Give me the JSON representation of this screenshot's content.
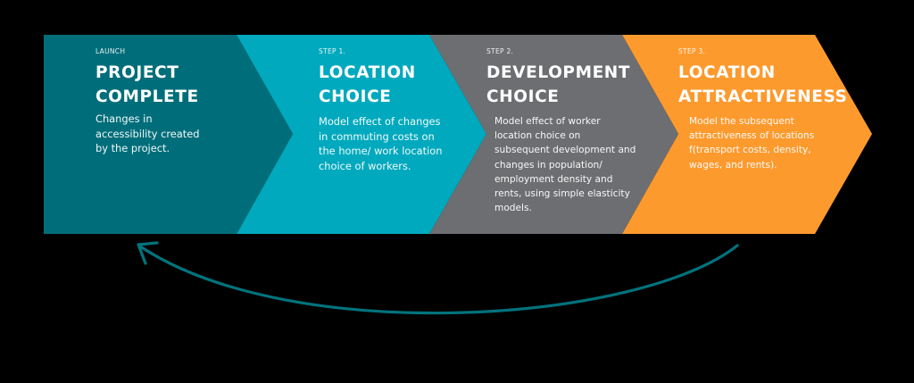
{
  "colors": {
    "background": "#000000",
    "launch": "#006E7A",
    "step1": "#00A9BD",
    "step2": "#6D6E71",
    "step3": "#FD9A2E",
    "return_arrow": "#00737D",
    "text": "#FFFFFF"
  },
  "stages": [
    {
      "kicker": "LAUNCH",
      "title_line1": "PROJECT",
      "title_line2": "COMPLETE",
      "description": "Changes in accessibility created by the project."
    },
    {
      "kicker": "STEP 1.",
      "title_line1": "LOCATION",
      "title_line2": "CHOICE",
      "description": "Model effect of changes in commuting costs on the home/ work location choice of workers."
    },
    {
      "kicker": "STEP 2.",
      "title_line1": "DEVELOPMENT",
      "title_line2": "CHOICE",
      "description": "Model effect of worker location choice on subsequent development and changes in population/ employment density and rents, using simple elasticity models."
    },
    {
      "kicker": "STEP 3.",
      "title_line1": "LOCATION",
      "title_line2": "ATTRACTIVENESS",
      "description": "Model the subsequent attractiveness of locations f(transport costs, density, wages, and rents)."
    }
  ],
  "return_arrow": {
    "from": "STEP 3. LOCATION ATTRACTIVENESS",
    "to": "LAUNCH PROJECT COMPLETE",
    "icon": "curved-return-arrow-icon"
  }
}
